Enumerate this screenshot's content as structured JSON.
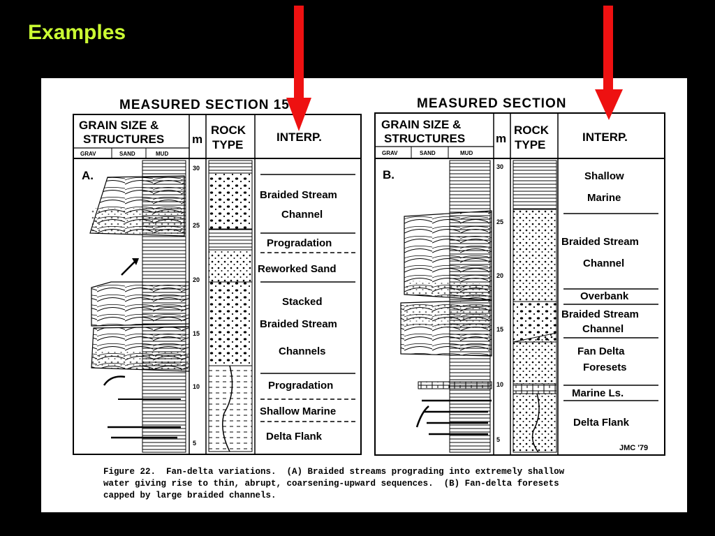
{
  "slide": {
    "title": "Examples"
  },
  "accent_color": "#ee1111",
  "title_color": "#ccff33",
  "panels": [
    {
      "section_title": "MEASURED   SECTION 15",
      "col_grain": [
        "GRAIN  SIZE  &",
        "STRUCTURES"
      ],
      "col_m": "m",
      "col_rock": [
        "ROCK",
        "TYPE"
      ],
      "col_interp": "INTERP.",
      "sub_labels": [
        "GRAV",
        "SAND",
        "MUD"
      ],
      "letter": "A.",
      "ticks": [
        "30",
        "25",
        "20",
        "15",
        "10",
        "5"
      ],
      "interpretations": [
        [
          "Braided  Stream",
          "Channel"
        ],
        [
          "Progradation"
        ],
        [
          "Reworked  Sand"
        ],
        [
          "Stacked",
          "Braided  Stream",
          "Channels"
        ],
        [
          "Progradation"
        ],
        [
          "Shallow  Marine"
        ],
        [
          "Delta  Flank"
        ]
      ]
    },
    {
      "section_title": "MEASURED   SECTION",
      "col_grain": [
        "GRAIN  SIZE  &",
        "STRUCTURES"
      ],
      "col_m": "m",
      "col_rock": [
        "ROCK",
        "TYPE"
      ],
      "col_interp": "INTERP.",
      "sub_labels": [
        "GRAV",
        "SAND",
        "MUD"
      ],
      "letter": "B.",
      "ticks": [
        "30",
        "25",
        "20",
        "15",
        "10",
        "5"
      ],
      "interpretations": [
        [
          "Shallow",
          "Marine"
        ],
        [
          "Braided  Stream",
          "Channel"
        ],
        [
          "Overbank"
        ],
        [
          "Braided  Stream",
          "Channel"
        ],
        [
          "Fan  Delta",
          "Foresets"
        ],
        [
          "Marine  Ls."
        ],
        [
          "Delta  Flank"
        ]
      ],
      "signature": "JMC '79"
    }
  ],
  "caption": "Figure 22.  Fan-delta variations.  (A) Braided streams prograding into extremely shallow\nwater giving rise to thin, abrupt, coarsening-upward sequences.  (B) Fan-delta foresets\ncapped by large braided channels."
}
